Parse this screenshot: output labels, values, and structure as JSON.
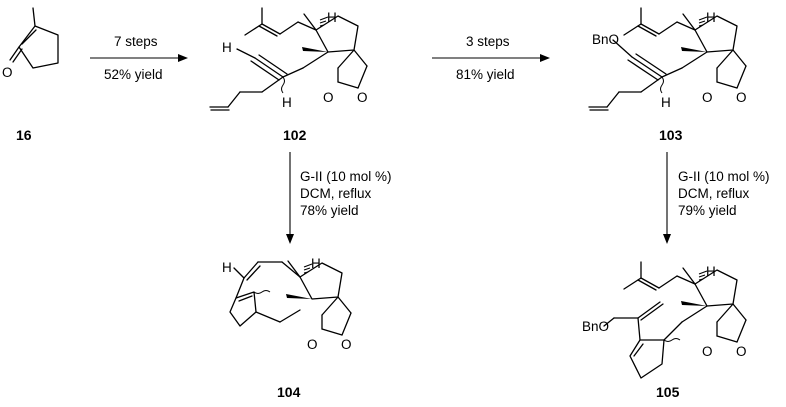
{
  "scheme": {
    "compounds": [
      "16",
      "102",
      "103",
      "104",
      "105"
    ],
    "atoms": {
      "O": "O",
      "H": "H",
      "BnO": "BnO"
    },
    "arrow_16_102": {
      "top": "7 steps",
      "bottom": "52% yield"
    },
    "arrow_102_103": {
      "top": "3 steps",
      "bottom": "81% yield"
    },
    "arrow_102_104": {
      "line1": "G-II (10 mol %)",
      "line2": "DCM, reflux",
      "line3": "78% yield"
    },
    "arrow_103_105": {
      "line1": "G-II (10 mol %)",
      "line2": "DCM, reflux",
      "line3": "79% yield"
    }
  }
}
